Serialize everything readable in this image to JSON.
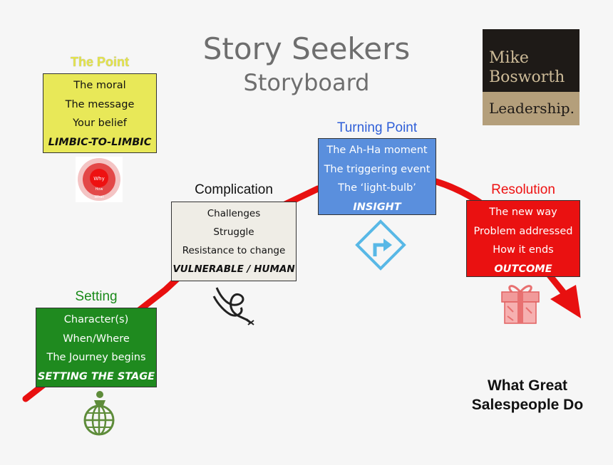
{
  "title": {
    "line1": "Story Seekers",
    "line2": "Storyboard"
  },
  "logo": {
    "line1": "Mike",
    "line2": "Bosworth",
    "line3": "Leadership."
  },
  "stages": {
    "point": {
      "heading": "The Point",
      "lines": [
        "The moral",
        "The message",
        "Your belief"
      ],
      "emphasis": "LIMBIC-TO-LIMBIC",
      "icon_labels": [
        "Why",
        "How",
        "What"
      ]
    },
    "complication": {
      "heading": "Complication",
      "lines": [
        "Challenges",
        "Struggle",
        "Resistance to change"
      ],
      "emphasis": "VULNERABLE / HUMAN"
    },
    "turning": {
      "heading": "Turning Point",
      "lines": [
        "The Ah-Ha moment",
        "The triggering event",
        "The ‘light-bulb’"
      ],
      "emphasis": "INSIGHT"
    },
    "resolution": {
      "heading": "Resolution",
      "lines": [
        "The new way",
        "Problem addressed",
        "How it ends"
      ],
      "emphasis": "OUTCOME"
    },
    "setting": {
      "heading": "Setting",
      "lines": [
        "Character(s)",
        "When/Where",
        "The Journey begins"
      ],
      "emphasis": "SETTING THE STAGE"
    }
  },
  "tagline": {
    "line1": "What Great",
    "line2": "Salespeople Do"
  },
  "colors": {
    "arc": "#e81010",
    "point": "#e8e858",
    "complication": "#efede6",
    "turning": "#5a8fdd",
    "resolution": "#ea1111",
    "setting": "#1f8a1f"
  },
  "icons": {
    "point": "target-circles-icon",
    "complication": "knot-icon",
    "turning": "turn-sign-icon",
    "resolution": "gift-icon",
    "setting": "globe-person-icon"
  }
}
